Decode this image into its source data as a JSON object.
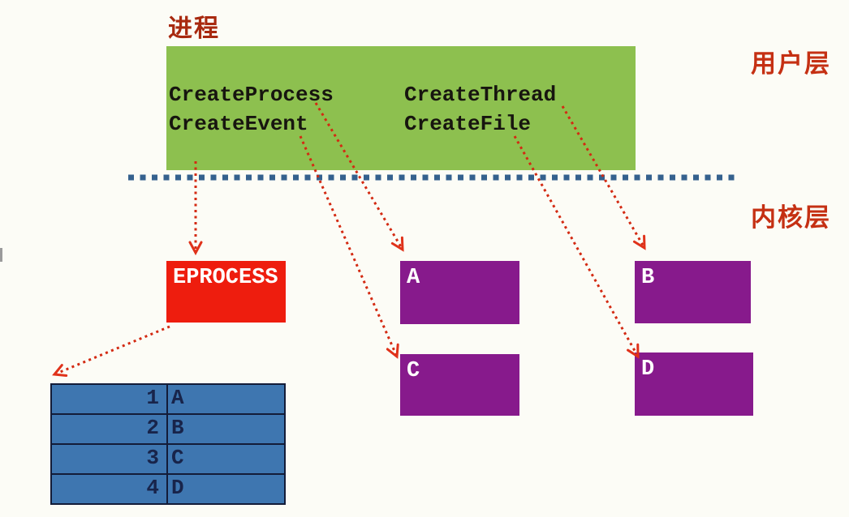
{
  "labels": {
    "process": "进程",
    "user_layer": "用户层",
    "kernel_layer": "内核层"
  },
  "user_layer": {
    "apis": [
      "CreateProcess",
      "CreateThread",
      "CreateEvent",
      "CreateFile"
    ]
  },
  "kernel_layer": {
    "objects": [
      {
        "label": "EPROCESS"
      },
      {
        "label": "A"
      },
      {
        "label": "B"
      },
      {
        "label": "C"
      },
      {
        "label": "D"
      }
    ]
  },
  "handle_table": {
    "rows": [
      {
        "index": "1",
        "object": "A"
      },
      {
        "index": "2",
        "object": "B"
      },
      {
        "index": "3",
        "object": "C"
      },
      {
        "index": "4",
        "object": "D"
      }
    ]
  },
  "arrows": [
    {
      "from": "CreateProcess",
      "to": "EPROCESS"
    },
    {
      "from": "CreateProcess",
      "to": "A"
    },
    {
      "from": "CreateEvent",
      "to": "C"
    },
    {
      "from": "CreateThread",
      "to": "B"
    },
    {
      "from": "CreateFile",
      "to": "D"
    },
    {
      "from": "EPROCESS",
      "to": "handle-table"
    }
  ],
  "colors": {
    "user_box_green": "#8dc04f",
    "eprocess_red": "#ee1d0e",
    "object_purple": "#871a8c",
    "table_blue": "#3e76b0",
    "separator_blue": "#35618e",
    "arrow_red": "#d32a12",
    "label_red": "#c53013",
    "process_label_red": "#a8290f"
  }
}
